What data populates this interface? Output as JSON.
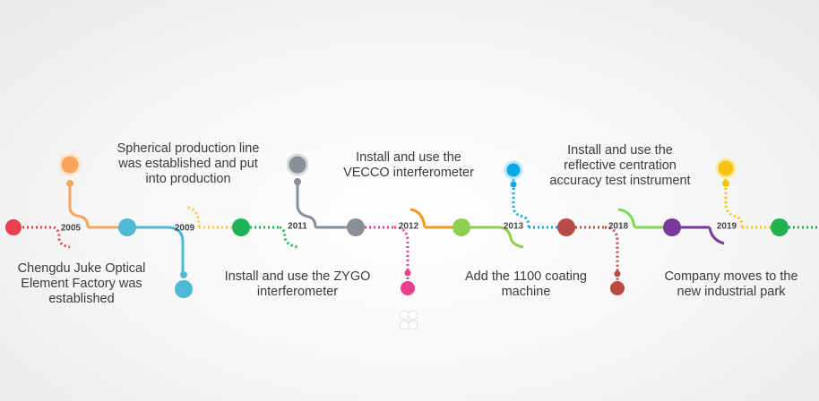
{
  "colors": {
    "background": "#f4f4f4",
    "text": "#3b3b3b",
    "year_text": "#444444",
    "line_palette": [
      "#e8424f",
      "#f7a55e",
      "#4db9d3",
      "#f9c833",
      "#1db457",
      "#888f96",
      "#ea3f8d",
      "#f59a1e",
      "#8fcf4f",
      "#0ba8e5",
      "#b94a44",
      "#7ed957",
      "#7a3a9c",
      "#f5c412",
      "#21b14f"
    ]
  },
  "years": [
    "2005",
    "2009",
    "2011",
    "2012",
    "2013",
    "2018",
    "2019"
  ],
  "milestones": [
    {
      "id": "2005",
      "text": "Chengdu Juke Optical\nElement Factory was\nestablished"
    },
    {
      "id": "2009-line",
      "text": "Spherical production line\nwas established and put\ninto production"
    },
    {
      "id": "2009-zygo",
      "text": "Install and use the ZYGO\ninterferometer"
    },
    {
      "id": "2012",
      "text": "Install and use the\nVECCO interferometer"
    },
    {
      "id": "2013",
      "text": "Add the 1100 coating\nmachine"
    },
    {
      "id": "2018",
      "text": "Install and use the\nreflective centration\naccuracy test instrument"
    },
    {
      "id": "2019",
      "text": "Company moves to the\nnew industrial park"
    }
  ],
  "watermark_icon": "four-circles-logo-icon"
}
